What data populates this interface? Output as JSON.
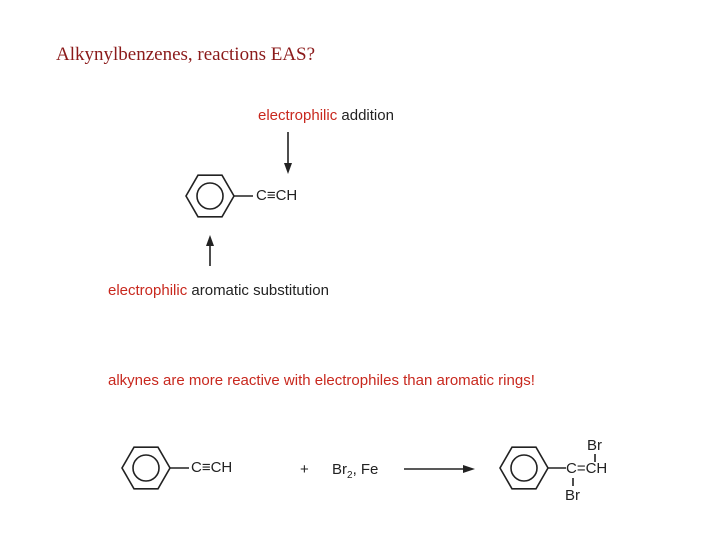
{
  "title": "Alkynylbenzenes, reactions EAS?",
  "top_label": {
    "highlight": "electrophilic",
    "rest": " addition"
  },
  "top_molecule": {
    "substituent": "C≡CH"
  },
  "bottom_label": {
    "highlight": "electrophilic",
    "rest": " aromatic substitution"
  },
  "note": "alkynes are more reactive with electrophiles than aromatic rings!",
  "reaction": {
    "reactant_substituent": "C≡CH",
    "plus": "+",
    "reagent_main": "Br",
    "reagent_subscript": "2",
    "reagent_rest": ", Fe",
    "product_upper_br": "Br",
    "product_core": "C=CH",
    "product_lower_br": "Br"
  },
  "colors": {
    "title": "#8b1a1a",
    "highlight": "#c8281e",
    "text": "#222222"
  }
}
